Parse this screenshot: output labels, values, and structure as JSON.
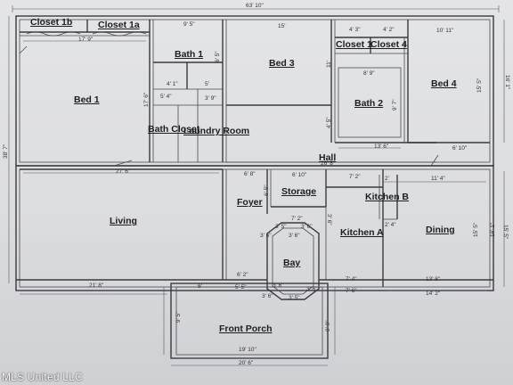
{
  "rooms": {
    "closet_1b": "Closet 1b",
    "closet_1a": "Closet 1a",
    "bath_1": "Bath 1",
    "bed_3": "Bed 3",
    "closet_1": "Closet 1",
    "closet_4": "Closet 4",
    "bed_4": "Bed 4",
    "bed_1": "Bed 1",
    "bath_2": "Bath 2",
    "bath_closet": "Bath Closet",
    "laundry_room": "Laundry Room",
    "hall": "Hall",
    "foyer": "Foyer",
    "storage": "Storage",
    "kitchen_b": "Kitchen B",
    "living": "Living",
    "kitchen_a": "Kitchen A",
    "dining": "Dining",
    "bay": "Bay",
    "front_porch": "Front Porch"
  },
  "dimensions": {
    "overall_width": "63' 10\"",
    "overall_depth_left": "38' 7\"",
    "overall_depth_right": "16' 1\"",
    "bed1_width": "17' 9\"",
    "bed1_depth": "17' 6\"",
    "bath1_width": "9' 5\"",
    "bath1_depth": "6' 5\"",
    "bath1_a": "4' 1\"",
    "bath1_b": "5'",
    "bath_closet_a": "5' 4\"",
    "bath_closet_b": "3' 9\"",
    "bed3_width": "15'",
    "closet1_width": "4' 3\"",
    "closet4_width": "4' 2\"",
    "bed3_depth": "11'",
    "bath2_width": "8' 9\"",
    "bath2_depth": "9' 7\"",
    "bath2_depth2": "4' 5\"",
    "bed4_width": "10' 11\"",
    "bed4_depth": "15' 5\"",
    "bed4_lower": "13' 6\"",
    "hall_right": "6' 10\"",
    "hall_length": "26' 8\"",
    "living_width": "27' 6\"",
    "foyer_width": "6' 8\"",
    "storage_width": "6' 10\"",
    "storage_depth": "6' 5\"",
    "storage_b": "7' 2\"",
    "kitchen_b_width": "7' 2\"",
    "kitchen_b_small": "2'",
    "dining_width": "11' 4\"",
    "dining_depth": "15' 5\"",
    "kitchen_a_a": "3' 6\"",
    "kitchen_a_b": "2' 4\"",
    "bay_a": "3' 6\"",
    "bay_b": "3' 5\"",
    "bay_c": "3' 6\"",
    "bay_d": "3' 6\"",
    "bay_e": "3' 6\"",
    "bay_f": "3' 6\"",
    "bay_g": "3' 5\"",
    "bay_h": "3' 6\"",
    "bay_side": "6'",
    "bay_side2": "5' 5\"",
    "bay_side3": "6' 2\"",
    "kitchen_bottom": "7' 4\"",
    "kitchen_bottom2": "7' 6\"",
    "dining_bottom": "13' 8\"",
    "dining_bottom2": "14' 2\"",
    "living_bottom": "21' 8\"",
    "porch_left": "9' 5\"",
    "porch_right": "9' 9\"",
    "porch_width": "19' 10\"",
    "porch_width_outer": "20' 6\"",
    "dining_right": "16' 1\"",
    "dining_right2": "15' 5\""
  },
  "watermark": "MLS United LLC"
}
